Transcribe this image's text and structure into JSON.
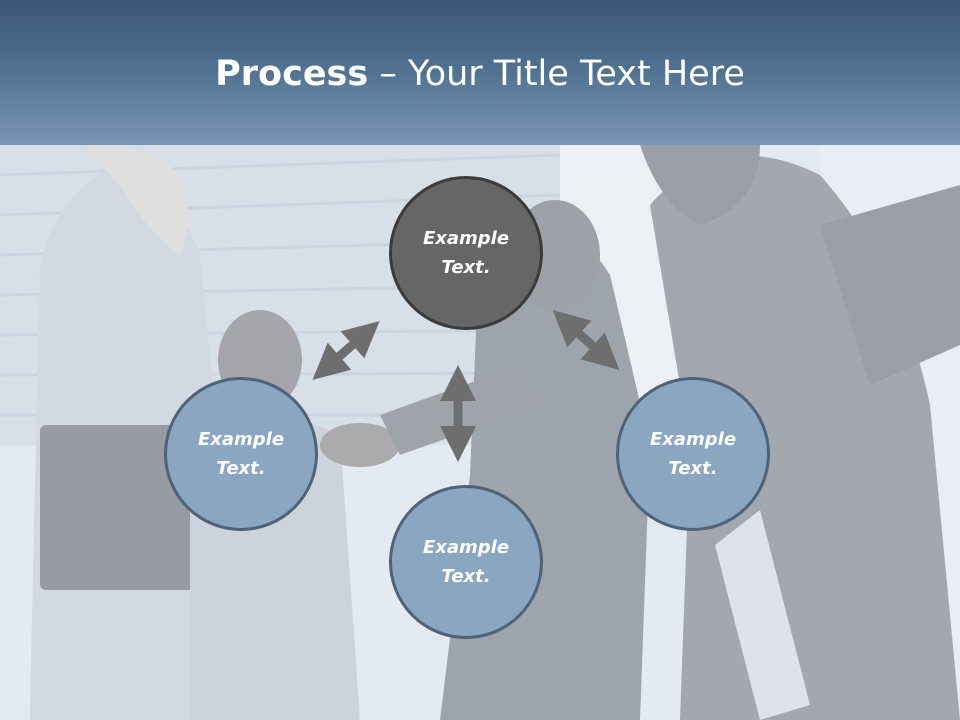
{
  "title": {
    "bold": "Process",
    "rest": " – Your Title Text Here"
  },
  "nodes": {
    "top": {
      "text": "Example\nText."
    },
    "left": {
      "text": "Example\nText."
    },
    "right": {
      "text": "Example\nText."
    },
    "bottom": {
      "text": "Example\nText."
    }
  },
  "colors": {
    "header": "#4f6f90",
    "node_top": "#666666",
    "node_blue": "#8aa6c1",
    "arrow": "#6e6e6e"
  }
}
